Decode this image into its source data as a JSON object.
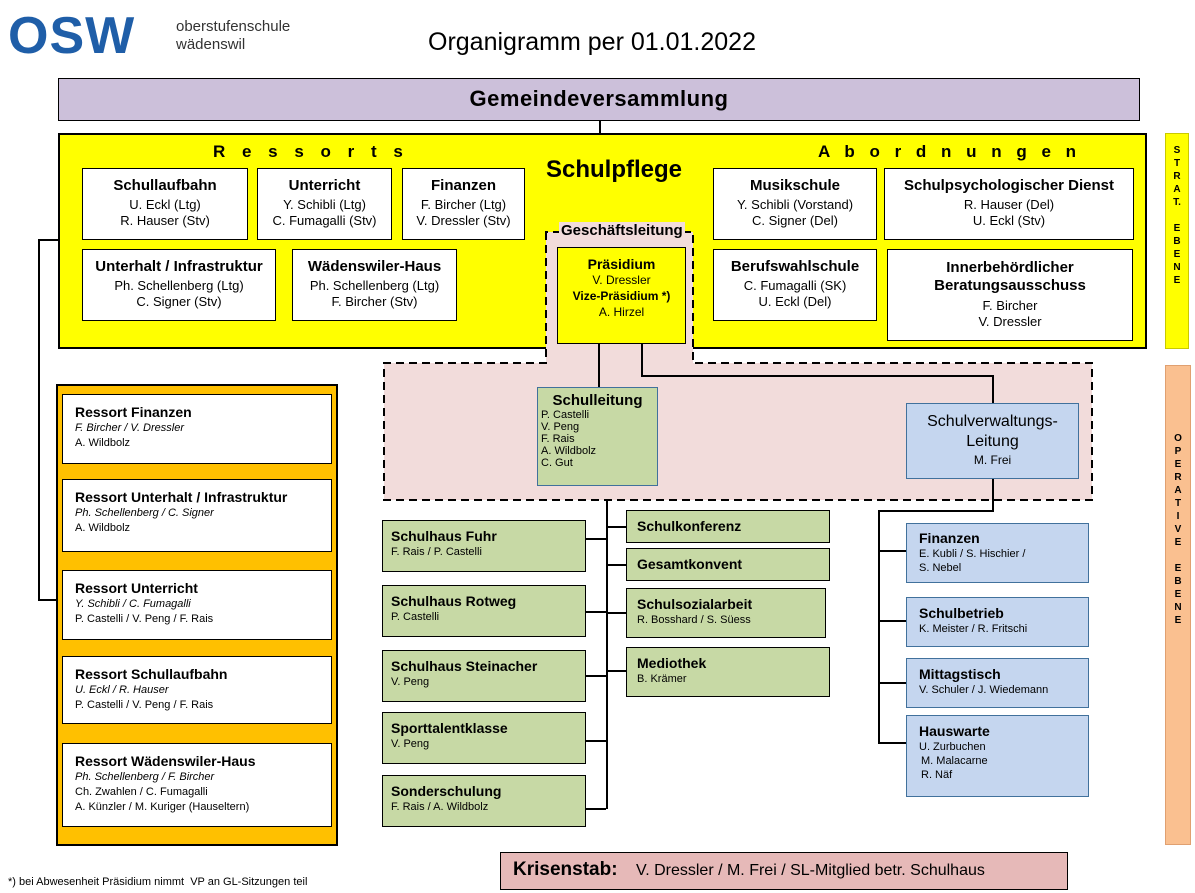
{
  "logo": {
    "mark": "OSW",
    "line1": "oberstufenschule",
    "line2": "wädenswil"
  },
  "title": "Organigramm per 01.01.2022",
  "gemeinde": "Gemeindeversammlung",
  "schulpflege": {
    "title": "Schulpflege",
    "ressorts_label": "R e s s o r t s",
    "abordnungen_label": "A b o r d n u n g e n",
    "geschaeftsleitung_label": "Geschäftsleitung",
    "ressorts": [
      {
        "title": "Schullaufbahn",
        "lines": [
          "U. Eckl (Ltg)",
          "R. Hauser (Stv)"
        ]
      },
      {
        "title": "Unterricht",
        "lines": [
          "Y. Schibli (Ltg)",
          "C. Fumagalli (Stv)"
        ]
      },
      {
        "title": "Finanzen",
        "lines": [
          "F. Bircher (Ltg)",
          "V. Dressler (Stv)"
        ]
      },
      {
        "title": "Unterhalt / Infrastruktur",
        "lines": [
          "Ph. Schellenberg (Ltg)",
          "C. Signer (Stv)"
        ]
      },
      {
        "title": "Wädenswiler-Haus",
        "lines": [
          "Ph. Schellenberg (Ltg)",
          "F. Bircher (Stv)"
        ]
      }
    ],
    "praesidium": {
      "title": "Präsidium",
      "name": "V. Dressler",
      "vize_label": "Vize-Präsidium *)",
      "vize_name": "A. Hirzel"
    },
    "abordnungen": [
      {
        "title": "Musikschule",
        "lines": [
          "Y. Schibli (Vorstand)",
          "C. Signer (Del)"
        ]
      },
      {
        "title": "Schulpsychologischer Dienst",
        "lines": [
          "R. Hauser (Del)",
          "U. Eckl (Stv)"
        ]
      },
      {
        "title": "Berufswahlschule",
        "lines": [
          "C. Fumagalli (SK)",
          "U. Eckl (Del)"
        ]
      },
      {
        "title": "Innerbehördlicher Beratungsausschuss",
        "lines": [
          "F. Bircher",
          "V. Dressler"
        ]
      }
    ]
  },
  "side_labels": {
    "strat": [
      "S",
      "T",
      "R",
      "A",
      "T.",
      "",
      "E",
      "B",
      "E",
      "N",
      "E"
    ],
    "operative": [
      "O",
      "P",
      "E",
      "R",
      "A",
      "T",
      "I",
      "V",
      "E",
      "",
      "E",
      "B",
      "E",
      "N",
      "E"
    ]
  },
  "schulleitung": {
    "title": "Schulleitung",
    "lines": [
      "P. Castelli",
      "V. Peng",
      "F. Rais",
      "A. Wildbolz",
      "C. Gut"
    ]
  },
  "schulverwaltung": {
    "title_line1": "Schulverwaltungs-",
    "title_line2": "Leitung",
    "name": "M. Frei"
  },
  "ressort_boxes": [
    {
      "title": "Ressort Finanzen",
      "italic": "F. Bircher / V. Dressler",
      "lines": [
        "A. Wildbolz"
      ]
    },
    {
      "title": "Ressort Unterhalt / Infrastruktur",
      "italic": "Ph. Schellenberg / C. Signer",
      "lines": [
        "A. Wildbolz"
      ]
    },
    {
      "title": "Ressort Unterricht",
      "italic": "Y. Schibli / C. Fumagalli",
      "lines": [
        "P. Castelli / V. Peng / F. Rais"
      ]
    },
    {
      "title": "Ressort Schullaufbahn",
      "italic": "U. Eckl / R. Hauser",
      "lines": [
        "P. Castelli / V. Peng / F. Rais"
      ]
    },
    {
      "title": "Ressort Wädenswiler-Haus",
      "italic": "Ph. Schellenberg / F. Bircher",
      "lines": [
        "Ch. Zwahlen / C. Fumagalli",
        "A. Künzler / M. Kuriger (Hauseltern)"
      ]
    }
  ],
  "schulhaeuser": [
    {
      "title": "Schulhaus Fuhr",
      "sub": "F. Rais / P. Castelli"
    },
    {
      "title": "Schulhaus Rotweg",
      "sub": "P. Castelli"
    },
    {
      "title": "Schulhaus Steinacher",
      "sub": "V. Peng"
    },
    {
      "title": "Sporttalentklasse",
      "sub": "V. Peng"
    },
    {
      "title": "Sonderschulung",
      "sub": "F. Rais / A. Wildbolz"
    }
  ],
  "gremien": [
    {
      "title": "Schulkonferenz",
      "sub": ""
    },
    {
      "title": "Gesamtkonvent",
      "sub": ""
    },
    {
      "title": "Schulsozialarbeit",
      "sub": "R. Bosshard / S. Süess"
    },
    {
      "title": "Mediothek",
      "sub": "B. Krämer"
    }
  ],
  "verwaltung": [
    {
      "title": "Finanzen",
      "lines": [
        "E. Kubli / S. Hischier /",
        "S. Nebel"
      ]
    },
    {
      "title": "Schulbetrieb",
      "lines": [
        "K. Meister / R. Fritschi"
      ]
    },
    {
      "title": "Mittagstisch",
      "lines": [
        "V. Schuler / J. Wiedemann"
      ]
    },
    {
      "title": "Hauswarte",
      "lines": [
        "U. Zurbuchen",
        "M. Malacarne",
        "R. Näf"
      ]
    }
  ],
  "krisenstab": {
    "label": "Krisenstab:",
    "text": "V. Dressler / M. Frei / SL-Mitglied betr. Schulhaus"
  },
  "footnote": "*) bei Abwesenheit Präsidium nimmt  VP an GL-Sitzungen teil",
  "colors": {
    "osw_blue": "#1f5ea8",
    "gemeinde": "#ccc0da",
    "yellow": "#ffff00",
    "orange": "#ffc000",
    "pink": "#f2dcdb",
    "green": "#c7d9a5",
    "blue": "#c5d6ef",
    "red": "#e6b9b8",
    "peach": "#fac090"
  }
}
